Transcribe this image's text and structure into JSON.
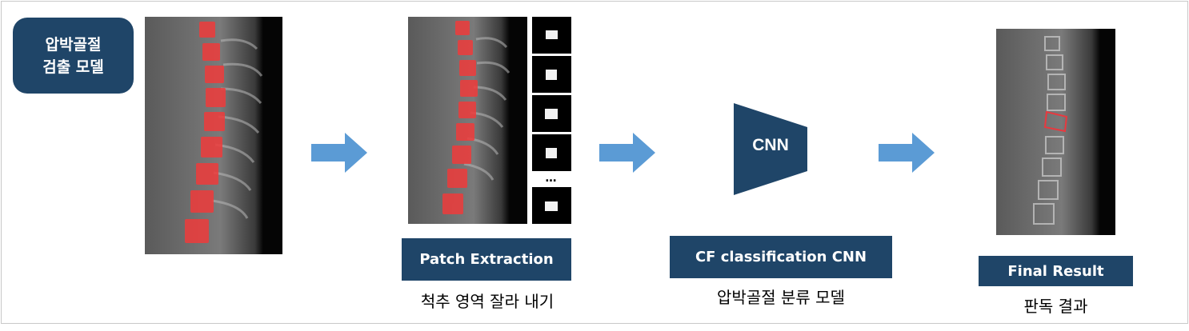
{
  "model_badge": {
    "line1": "압박골절",
    "line2": "검출 모델"
  },
  "stages": [
    {
      "label": "Patch Extraction",
      "description": "척추 영역 잘라 내기"
    },
    {
      "label": "CF classification CNN",
      "description": "압박골절 분류 모델"
    },
    {
      "label": "Final Result",
      "description": "판독 결과"
    }
  ],
  "cnn_text": "CNN",
  "patch_ellipsis": "…",
  "colors": {
    "badge": "#1f4568",
    "arrow": "#5b9bd5",
    "vertebra_mask": "#e8393f",
    "result_box": "#e8393f"
  },
  "icons": [
    "arrow-right-icon",
    "cnn-trapezoid-icon"
  ]
}
